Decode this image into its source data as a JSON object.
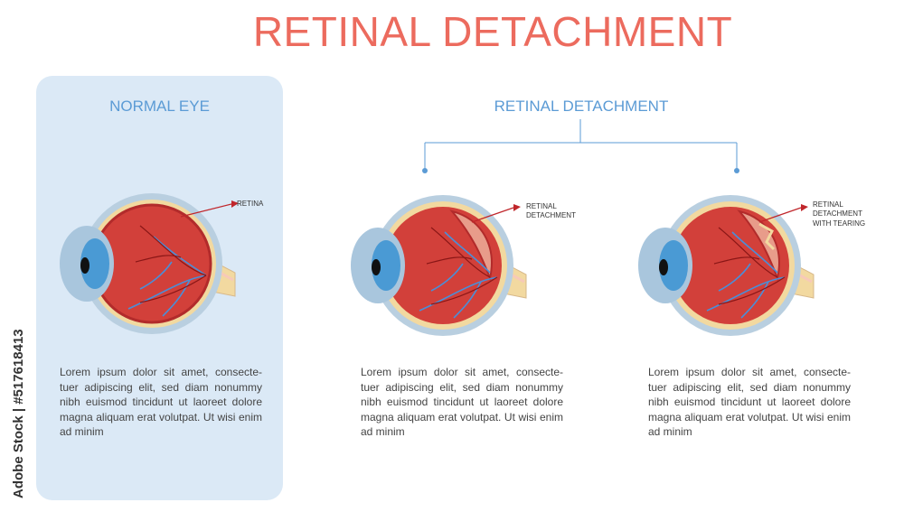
{
  "title": "RETINAL DETACHMENT",
  "normal": {
    "heading": "NORMAL EYE",
    "label": "RETINA",
    "description": "Lorem ipsum dolor sit amet, consecte-tuer adipiscing elit, sed diam nonummy nibh euismod tincidunt ut laoreet dolore magna aliquam erat volutpat. Ut wisi enim ad minim"
  },
  "detachment": {
    "heading": "RETINAL DETACHMENT",
    "variants": [
      {
        "label": "RETINAL\nDETACHMENT",
        "description": "Lorem ipsum dolor sit amet, consecte-tuer adipiscing elit, sed diam nonummy nibh euismod tincidunt ut laoreet dolore magna aliquam erat volutpat. Ut wisi enim ad minim"
      },
      {
        "label": "RETINAL\nDETACHMENT\nWITH TEARING",
        "description": "Lorem ipsum dolor sit amet, consecte-tuer adipiscing elit, sed diam nonummy nibh euismod tincidunt ut laoreet dolore magna aliquam erat volutpat. Ut wisi enim ad minim"
      }
    ]
  },
  "watermark": "Adobe Stock | #517618413",
  "colors": {
    "title": "#ec6b5e",
    "heading": "#5b9bd5",
    "panel": "#dbe9f6",
    "sclera": "#b9cfe0",
    "choroid": "#f2d9a0",
    "interior": "#d2403a",
    "iris": "#4a9ad4",
    "arrow": "#c0262b",
    "vessels": "#4a8ed8"
  }
}
